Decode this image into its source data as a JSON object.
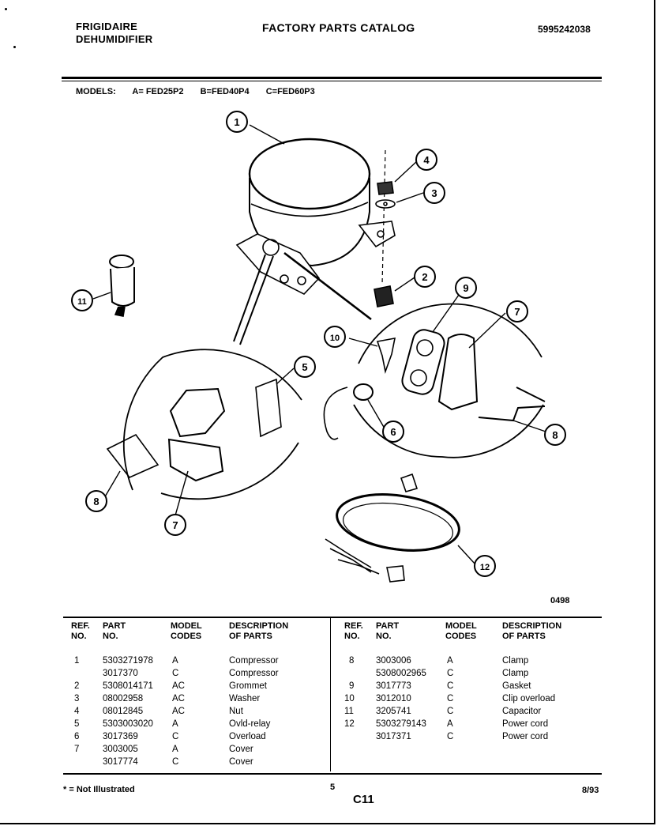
{
  "header": {
    "brand_line1": "FRIGIDAIRE",
    "brand_line2": "DEHUMIDIFIER",
    "title": "FACTORY PARTS CATALOG",
    "catalog_number": "5995242038"
  },
  "models": {
    "label": "MODELS:",
    "a": "A= FED25P2",
    "b": "B=FED40P4",
    "c": "C=FED60P3"
  },
  "diagram": {
    "callouts": [
      "1",
      "2",
      "3",
      "4",
      "5",
      "6",
      "7",
      "8",
      "9",
      "10",
      "11",
      "12",
      "7",
      "8"
    ],
    "illustration_code": "0498"
  },
  "table": {
    "headers": {
      "ref1": "REF.",
      "ref2": "NO.",
      "part1": "PART",
      "part2": "NO.",
      "model1": "MODEL",
      "model2": "CODES",
      "desc1": "DESCRIPTION",
      "desc2": "OF PARTS"
    },
    "left_rows": [
      {
        "ref": "1",
        "part": "5303271978",
        "code": "A",
        "desc": "Compressor"
      },
      {
        "ref": "",
        "part": "3017370",
        "code": "C",
        "desc": "Compressor"
      },
      {
        "ref": "2",
        "part": "5308014171",
        "code": "AC",
        "desc": "Grommet"
      },
      {
        "ref": "3",
        "part": "08002958",
        "code": "AC",
        "desc": "Washer"
      },
      {
        "ref": "4",
        "part": "08012845",
        "code": "AC",
        "desc": "Nut"
      },
      {
        "ref": "5",
        "part": "5303003020",
        "code": "A",
        "desc": "Ovld-relay"
      },
      {
        "ref": "6",
        "part": "3017369",
        "code": "C",
        "desc": "Overload"
      },
      {
        "ref": "7",
        "part": "3003005",
        "code": "A",
        "desc": "Cover"
      },
      {
        "ref": "",
        "part": "3017774",
        "code": "C",
        "desc": "Cover"
      }
    ],
    "right_rows": [
      {
        "ref": "8",
        "part": "3003006",
        "code": "A",
        "desc": "Clamp"
      },
      {
        "ref": "",
        "part": "5308002965",
        "code": "C",
        "desc": "Clamp"
      },
      {
        "ref": "9",
        "part": "3017773",
        "code": "C",
        "desc": "Gasket"
      },
      {
        "ref": "10",
        "part": "3012010",
        "code": "C",
        "desc": "Clip overload"
      },
      {
        "ref": "11",
        "part": "3205741",
        "code": "C",
        "desc": "Capacitor"
      },
      {
        "ref": "12",
        "part": "5303279143",
        "code": "A",
        "desc": "Power cord"
      },
      {
        "ref": "",
        "part": "3017371",
        "code": "C",
        "desc": "Power cord"
      }
    ]
  },
  "footer": {
    "note": "* = Not Illustrated",
    "page_number": "5",
    "page_code": "C11",
    "date": "8/93"
  }
}
